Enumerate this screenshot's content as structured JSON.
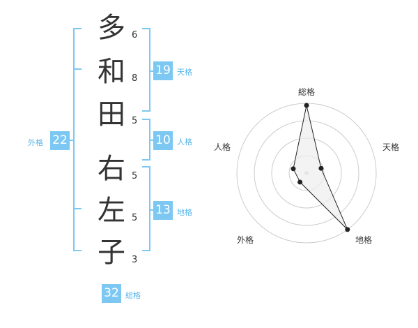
{
  "name": {
    "characters": [
      {
        "char": "多",
        "strokes": "6"
      },
      {
        "char": "和",
        "strokes": "8"
      },
      {
        "char": "田",
        "strokes": "5"
      },
      {
        "char": "右",
        "strokes": "5"
      },
      {
        "char": "左",
        "strokes": "5"
      },
      {
        "char": "子",
        "strokes": "3"
      }
    ]
  },
  "fortunes": {
    "tenkaku": {
      "value": "19",
      "label": "天格"
    },
    "jinkaku": {
      "value": "10",
      "label": "人格"
    },
    "chikaku": {
      "value": "13",
      "label": "地格"
    },
    "gaikaku": {
      "value": "22",
      "label": "外格"
    },
    "soukaku": {
      "value": "32",
      "label": "総格"
    }
  },
  "radar": {
    "axes": [
      "総格",
      "天格",
      "地格",
      "外格",
      "人格"
    ],
    "values": [
      0.97,
      0.22,
      1.0,
      0.16,
      0.2
    ],
    "colors": {
      "fill": "#eeeeee",
      "line": "#222222",
      "grid": "#cccccc"
    }
  },
  "colors": {
    "accent": "#7cc8f2",
    "label": "#58b6ea"
  }
}
